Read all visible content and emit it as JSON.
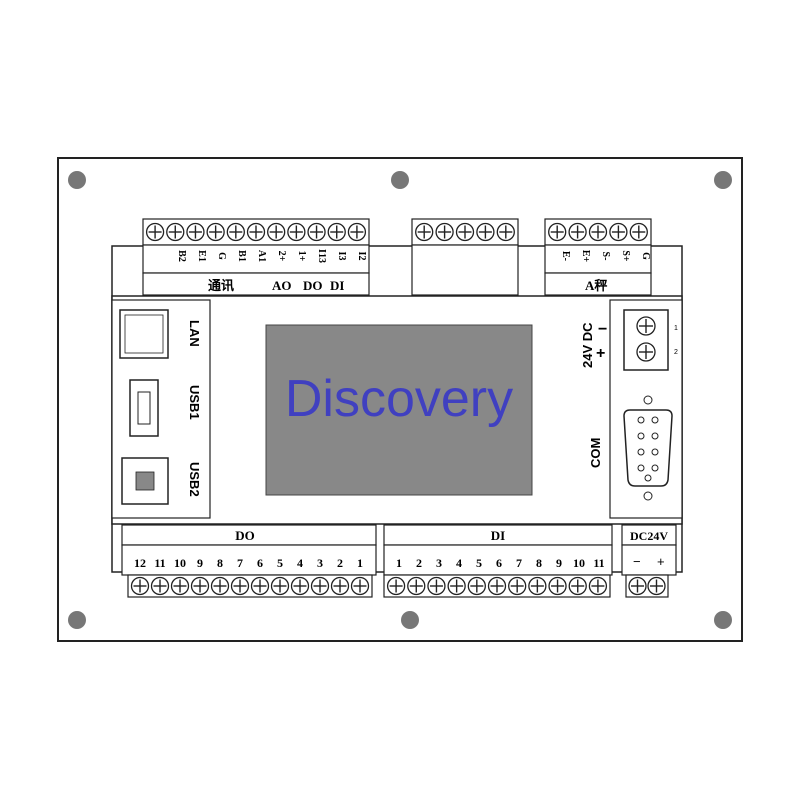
{
  "screen": {
    "brand_text": "Discovery",
    "screen_color": "#888888",
    "brand_color": "#4040c0"
  },
  "top_block_1": {
    "screws": 11,
    "pin_labels": [
      "B2",
      "E1",
      "G",
      "B1",
      "A1",
      "2+",
      "1+",
      "I13",
      "I3",
      "I2"
    ],
    "group_labels": [
      "通讯",
      "AO",
      "DO",
      "DI"
    ]
  },
  "top_block_2": {
    "screws": 5
  },
  "top_block_3": {
    "screws": 5,
    "pin_labels": [
      "E-",
      "E+",
      "S-",
      "S+",
      "G"
    ],
    "group_label": "A秤"
  },
  "left_ports": {
    "labels": [
      "LAN",
      "USB1",
      "USB2"
    ]
  },
  "right_ports": {
    "power_label": "24V DC",
    "polarity": [
      "+",
      "−"
    ],
    "pin_marks": [
      "1",
      "2"
    ],
    "com_label": "COM"
  },
  "bottom_do": {
    "header": "DO",
    "pins": [
      "12",
      "11",
      "10",
      "9",
      "8",
      "7",
      "6",
      "5",
      "4",
      "3",
      "2",
      "1"
    ],
    "screws": 12
  },
  "bottom_di": {
    "header": "DI",
    "pins": [
      "1",
      "2",
      "3",
      "4",
      "5",
      "6",
      "7",
      "8",
      "9",
      "10",
      "11"
    ],
    "screws": 11
  },
  "bottom_power": {
    "header": "DC24V",
    "pins": [
      "−",
      "+"
    ],
    "screws": 2
  },
  "mounting_holes": 6
}
